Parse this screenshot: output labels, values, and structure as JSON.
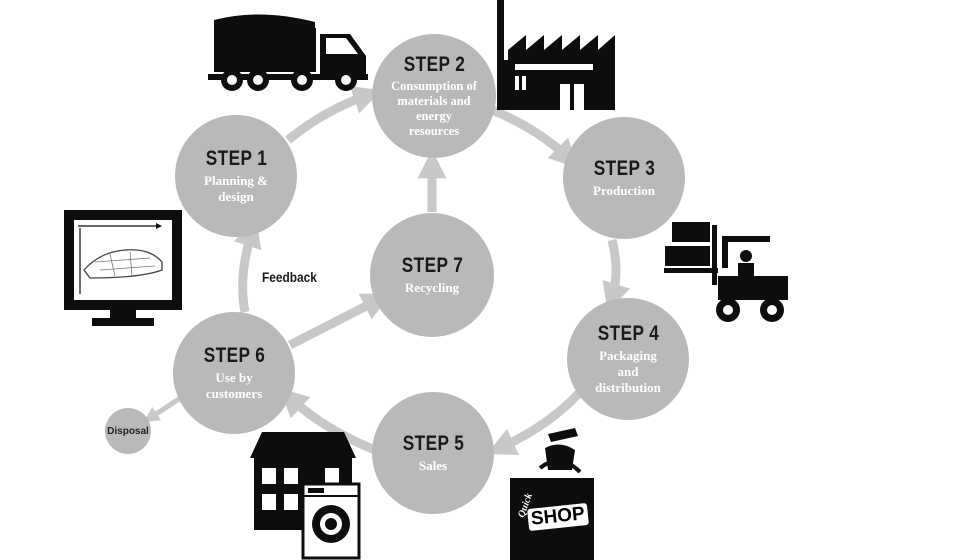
{
  "steps": [
    {
      "title": "STEP 1",
      "desc": "Planning &\ndesign"
    },
    {
      "title": "STEP 2",
      "desc": "Consumption of\nmaterials and\nenergy\nresources"
    },
    {
      "title": "STEP 3",
      "desc": "Production"
    },
    {
      "title": "STEP 4",
      "desc": "Packaging\nand\ndistribution"
    },
    {
      "title": "STEP 5",
      "desc": "Sales"
    },
    {
      "title": "STEP 6",
      "desc": "Use by\ncustomers"
    },
    {
      "title": "STEP 7",
      "desc": "Recycling"
    }
  ],
  "labels": {
    "feedback": "Feedback",
    "disposal": "Disposal",
    "shop_quick": "Quick",
    "shop_name": "SHOP"
  },
  "icons": [
    "truck-icon",
    "factory-icon",
    "forklift-icon",
    "computer-monitor-icon",
    "house-icon",
    "washing-machine-icon",
    "shopping-bag-icon"
  ],
  "colors": {
    "circle": "#b9b9b9",
    "arrow": "#c8c8c8",
    "icon": "#0d0d0d"
  }
}
